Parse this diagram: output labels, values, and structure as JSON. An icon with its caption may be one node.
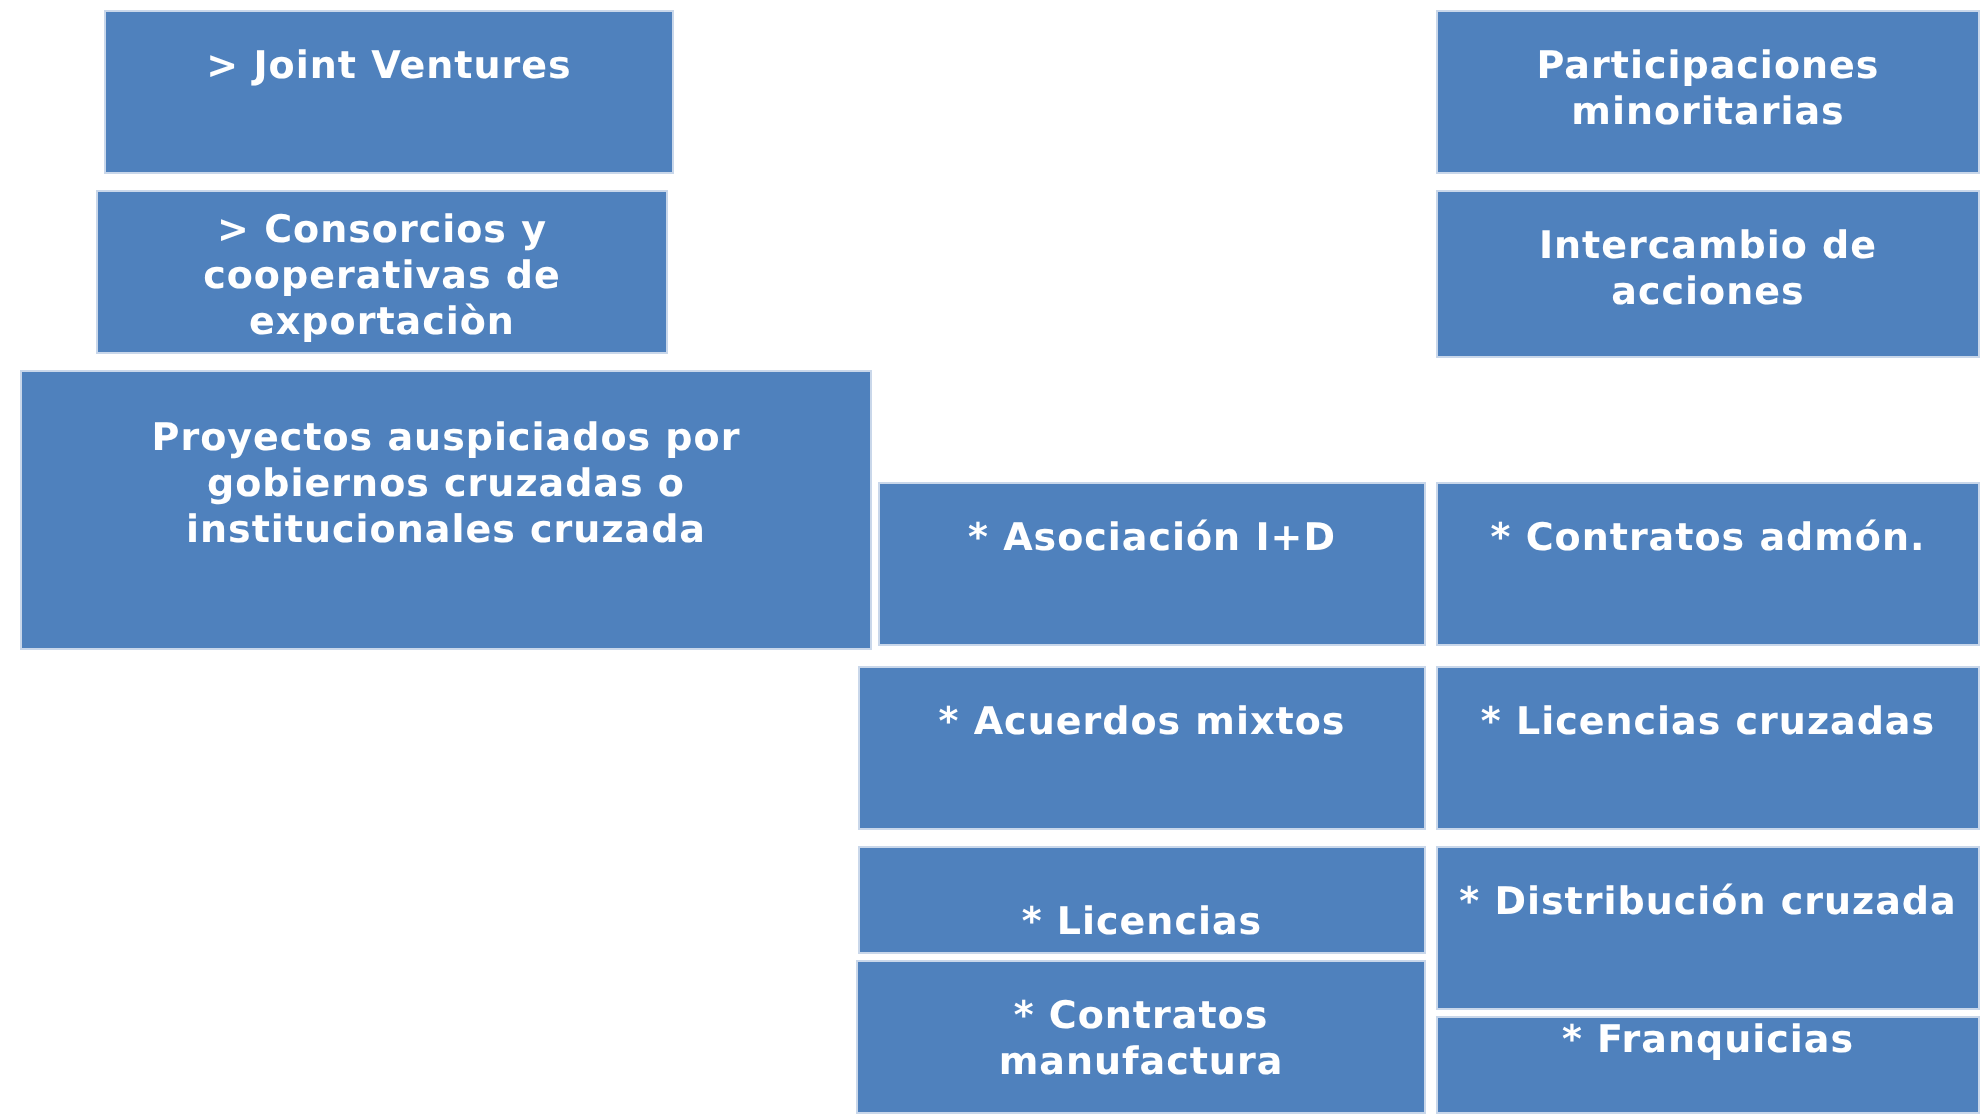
{
  "diagram": {
    "nodes": [
      {
        "text": [
          "> Joint Ventures"
        ]
      },
      {
        "text": [
          "Participaciones minoritarias"
        ]
      },
      {
        "text": [
          "> Consorcios y cooperativas de exportaciòn"
        ]
      },
      {
        "text": [
          "Intercambio de acciones"
        ]
      },
      {
        "text": [
          "Proyectos auspiciados por gobiernos cruzadas o institucionales cruzada"
        ]
      },
      {
        "text": [
          "* Asociación I+D"
        ]
      },
      {
        "text": [
          "* Contratos admón."
        ]
      },
      {
        "text": [
          "* Acuerdos mixtos"
        ]
      },
      {
        "text": [
          "* Licencias cruzadas"
        ]
      },
      {
        "text": [
          "* Licencias"
        ]
      },
      {
        "text": [
          "* Distribución cruzada"
        ]
      },
      {
        "text": [
          "* Contratos manufactura"
        ]
      },
      {
        "text": [
          "* Franquicias"
        ]
      }
    ]
  }
}
